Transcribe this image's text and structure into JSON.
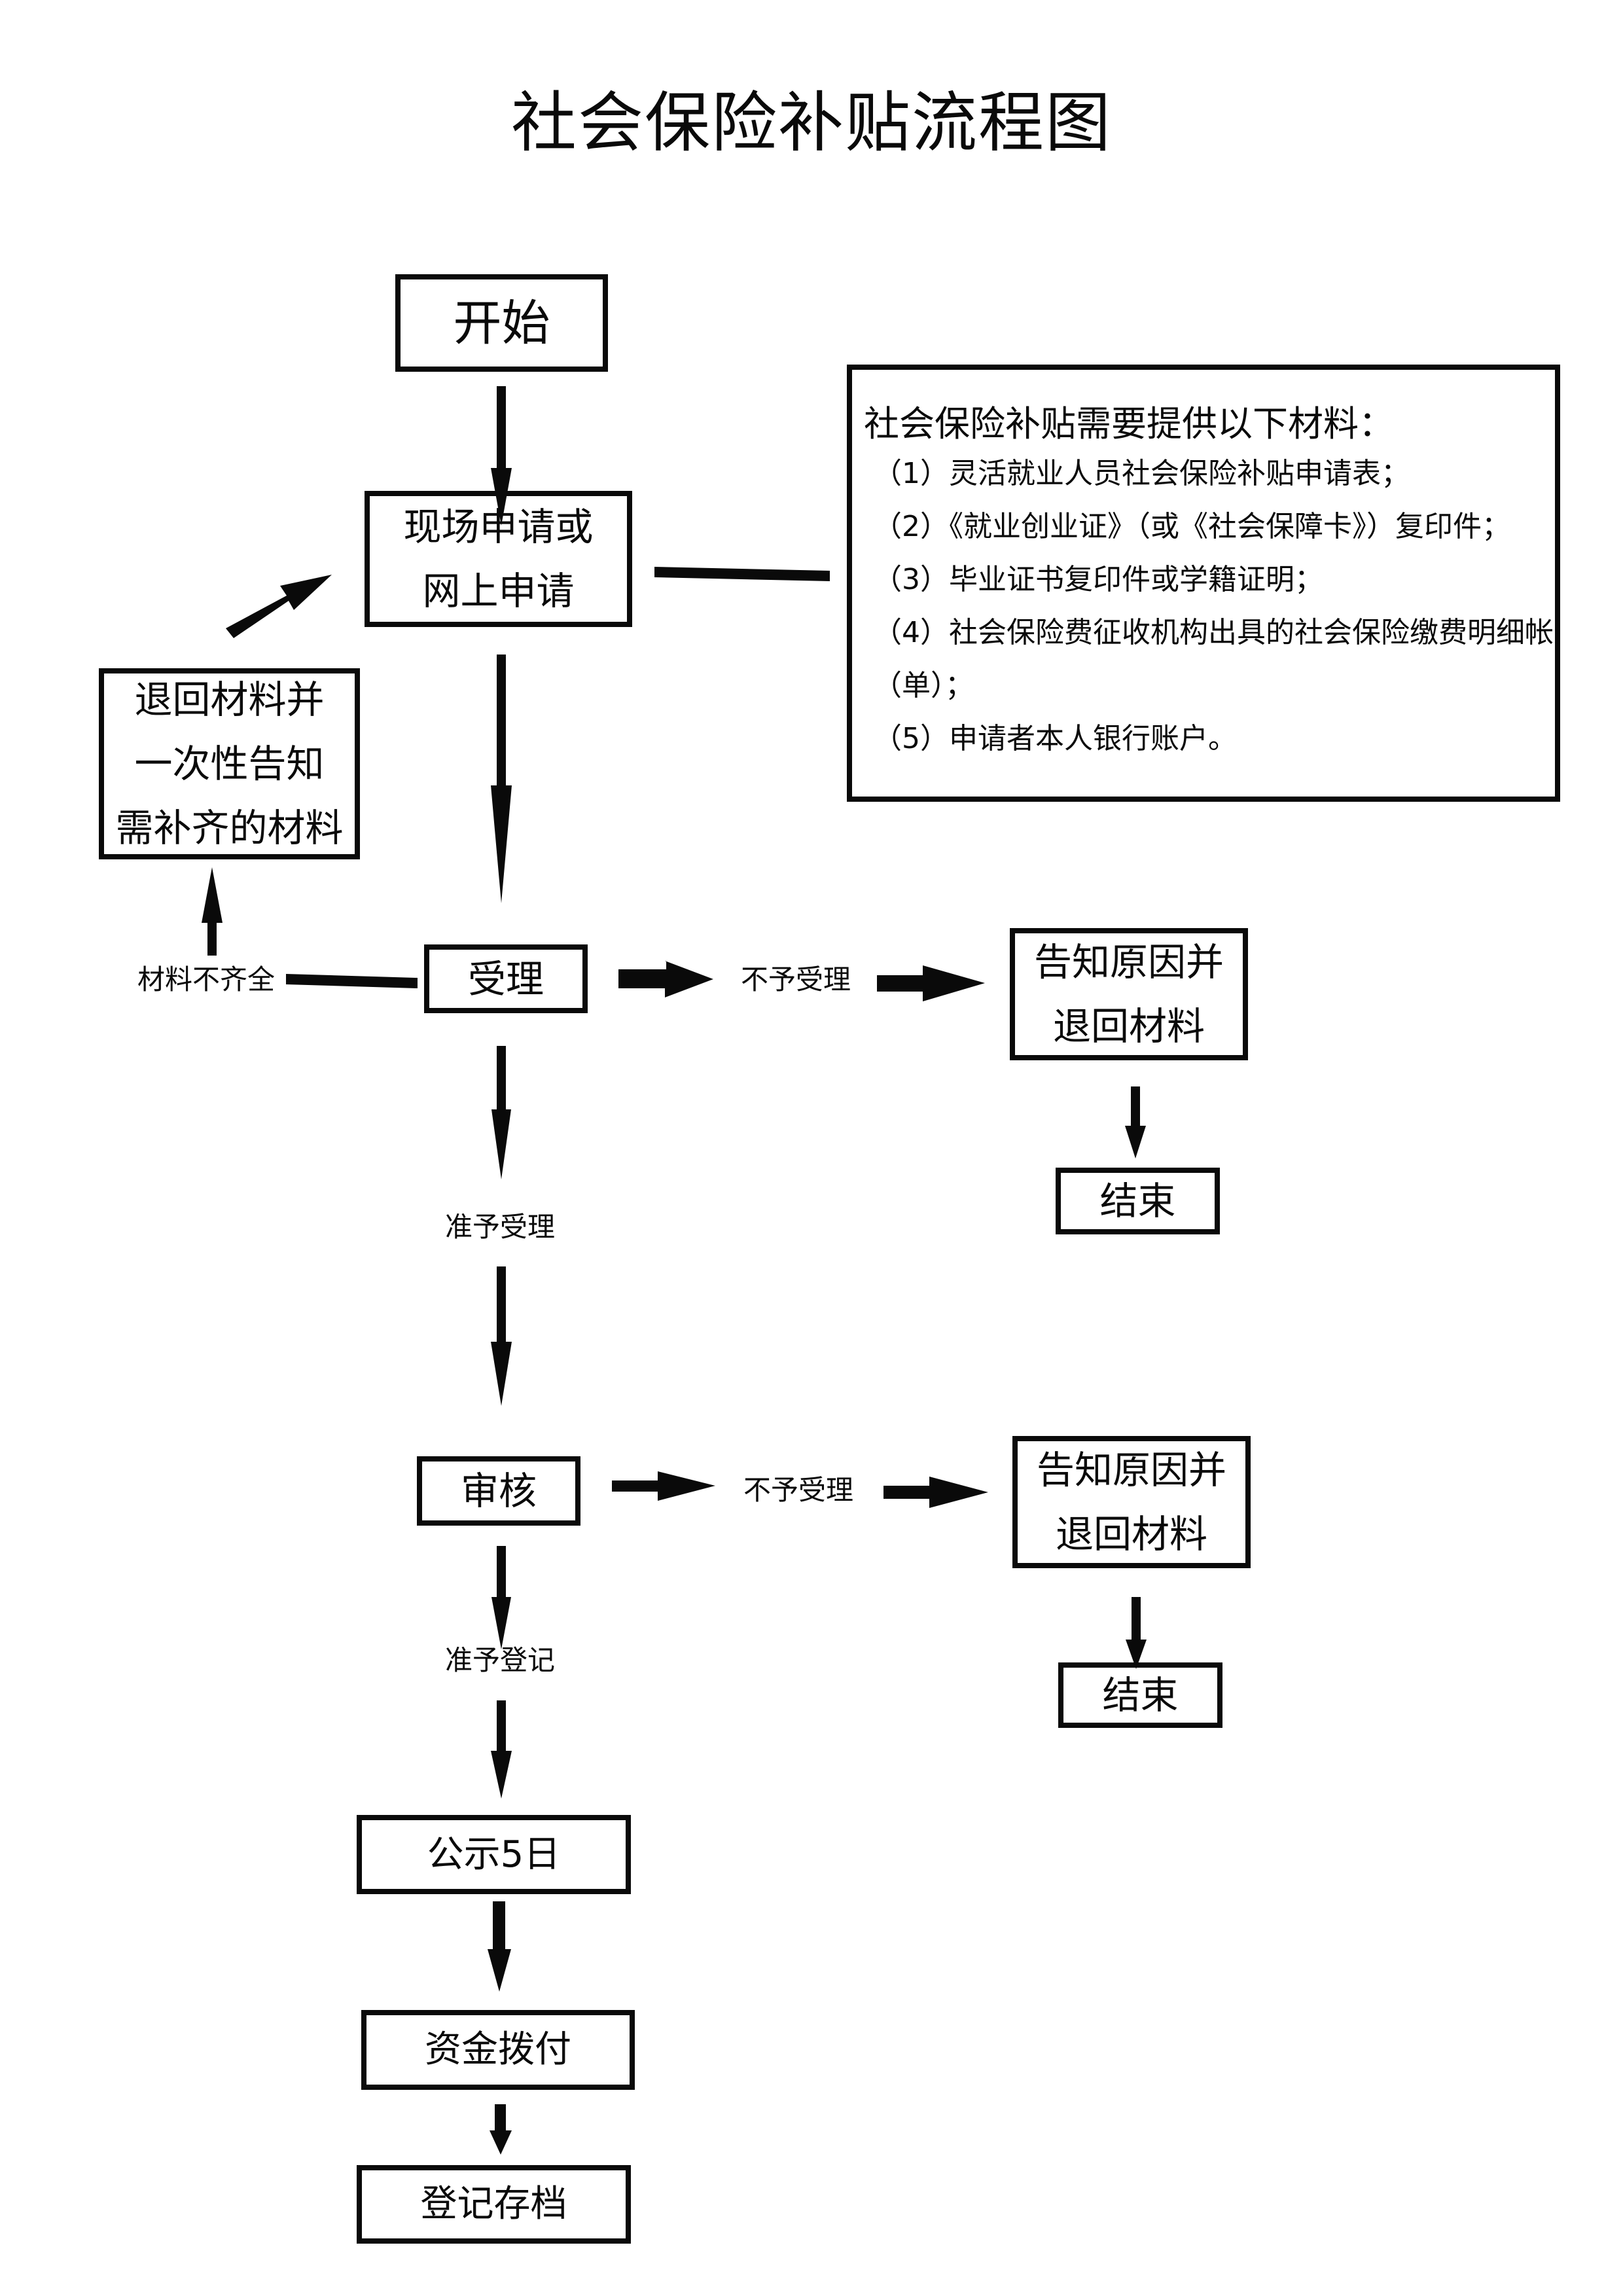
{
  "title": "社会保险补贴流程图",
  "nodes": {
    "start": {
      "label": "开始"
    },
    "apply": {
      "lines": [
        "现场申请或",
        "网上申请"
      ]
    },
    "return_materials": {
      "lines": [
        "退回材料并",
        "一次性告知",
        "需补齐的材料"
      ]
    },
    "accept": {
      "label": "受理"
    },
    "reject_notice_1": {
      "lines": [
        "告知原因并",
        "退回材料"
      ]
    },
    "end_1": {
      "label": "结束"
    },
    "review": {
      "label": "审核"
    },
    "reject_notice_2": {
      "lines": [
        "告知原因并",
        "退回材料"
      ]
    },
    "end_2": {
      "label": "结束"
    },
    "publicity": {
      "label": "公示5日"
    },
    "fund_allocation": {
      "label": "资金拨付"
    },
    "archive": {
      "label": "登记存档"
    }
  },
  "materials": {
    "heading": "社会保险补贴需要提供以下材料：",
    "items": [
      "（1）灵活就业人员社会保险补贴申请表；",
      "（2）《就业创业证》（或《社会保障卡》）复印件；",
      "（3）毕业证书复印件或学籍证明；",
      "（4）社会保险费征收机构出具的社会保险缴费明细帐",
      "（单）；",
      "（5）申请者本人银行账户。"
    ]
  },
  "edge_labels": {
    "incomplete": "材料不齐全",
    "reject_accept_1": "不予受理",
    "approve_accept": "准予受理",
    "reject_accept_2": "不予受理",
    "approve_register": "准予登记"
  },
  "colors": {
    "stroke": "#0a0a0a",
    "background": "#ffffff"
  }
}
